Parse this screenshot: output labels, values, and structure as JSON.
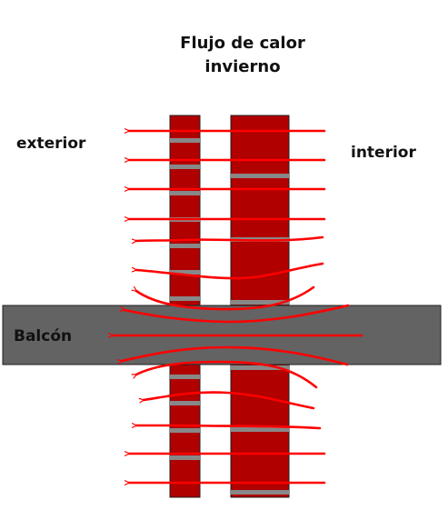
{
  "title_line1": "Flujo de calor",
  "title_line2": "invierno",
  "label_exterior": "exterior",
  "label_interior": "interior",
  "label_balcon": "Balcón",
  "colors": {
    "arrow": "#ff0000",
    "brick": "#b00000",
    "mortar": "#888888",
    "balcony": "#636363",
    "outline": "#222222"
  }
}
